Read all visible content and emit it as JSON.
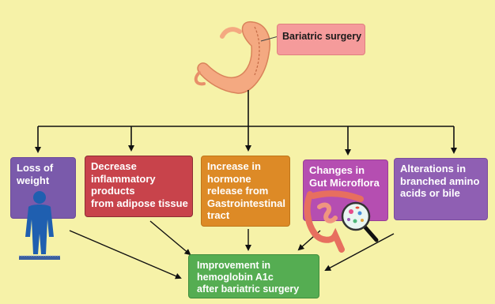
{
  "top_box": {
    "label": "Bariatric surgery"
  },
  "boxes": [
    {
      "lines": [
        "Loss of",
        "weight"
      ]
    },
    {
      "lines": [
        "Decrease",
        "inflammatory",
        "products",
        "from adipose tissue"
      ]
    },
    {
      "lines": [
        "Increase in",
        "hormone",
        "release from",
        "Gastrointestinal",
        "tract"
      ]
    },
    {
      "lines": [
        "Changes in",
        "Gut Microflora"
      ]
    },
    {
      "lines": [
        "Alterations in",
        "branched amino",
        "acids or bile"
      ]
    }
  ],
  "outcome_box": {
    "lines": [
      "Improvement in",
      "hemoglobin A1c",
      "after bariatric surgery"
    ]
  },
  "colors": {
    "background": "#f6f2a8",
    "top_box": "#f59b9b",
    "loss_of_weight": "#7a5aab",
    "inflammatory": "#c8434b",
    "hormone": "#dd8a26",
    "microflora": "#b54eb1",
    "amino_acids": "#8f5fb3",
    "outcome": "#55ad52"
  },
  "icons": [
    "stomach-icon",
    "human-body-icon",
    "intestine-icon",
    "magnifier-icon"
  ]
}
